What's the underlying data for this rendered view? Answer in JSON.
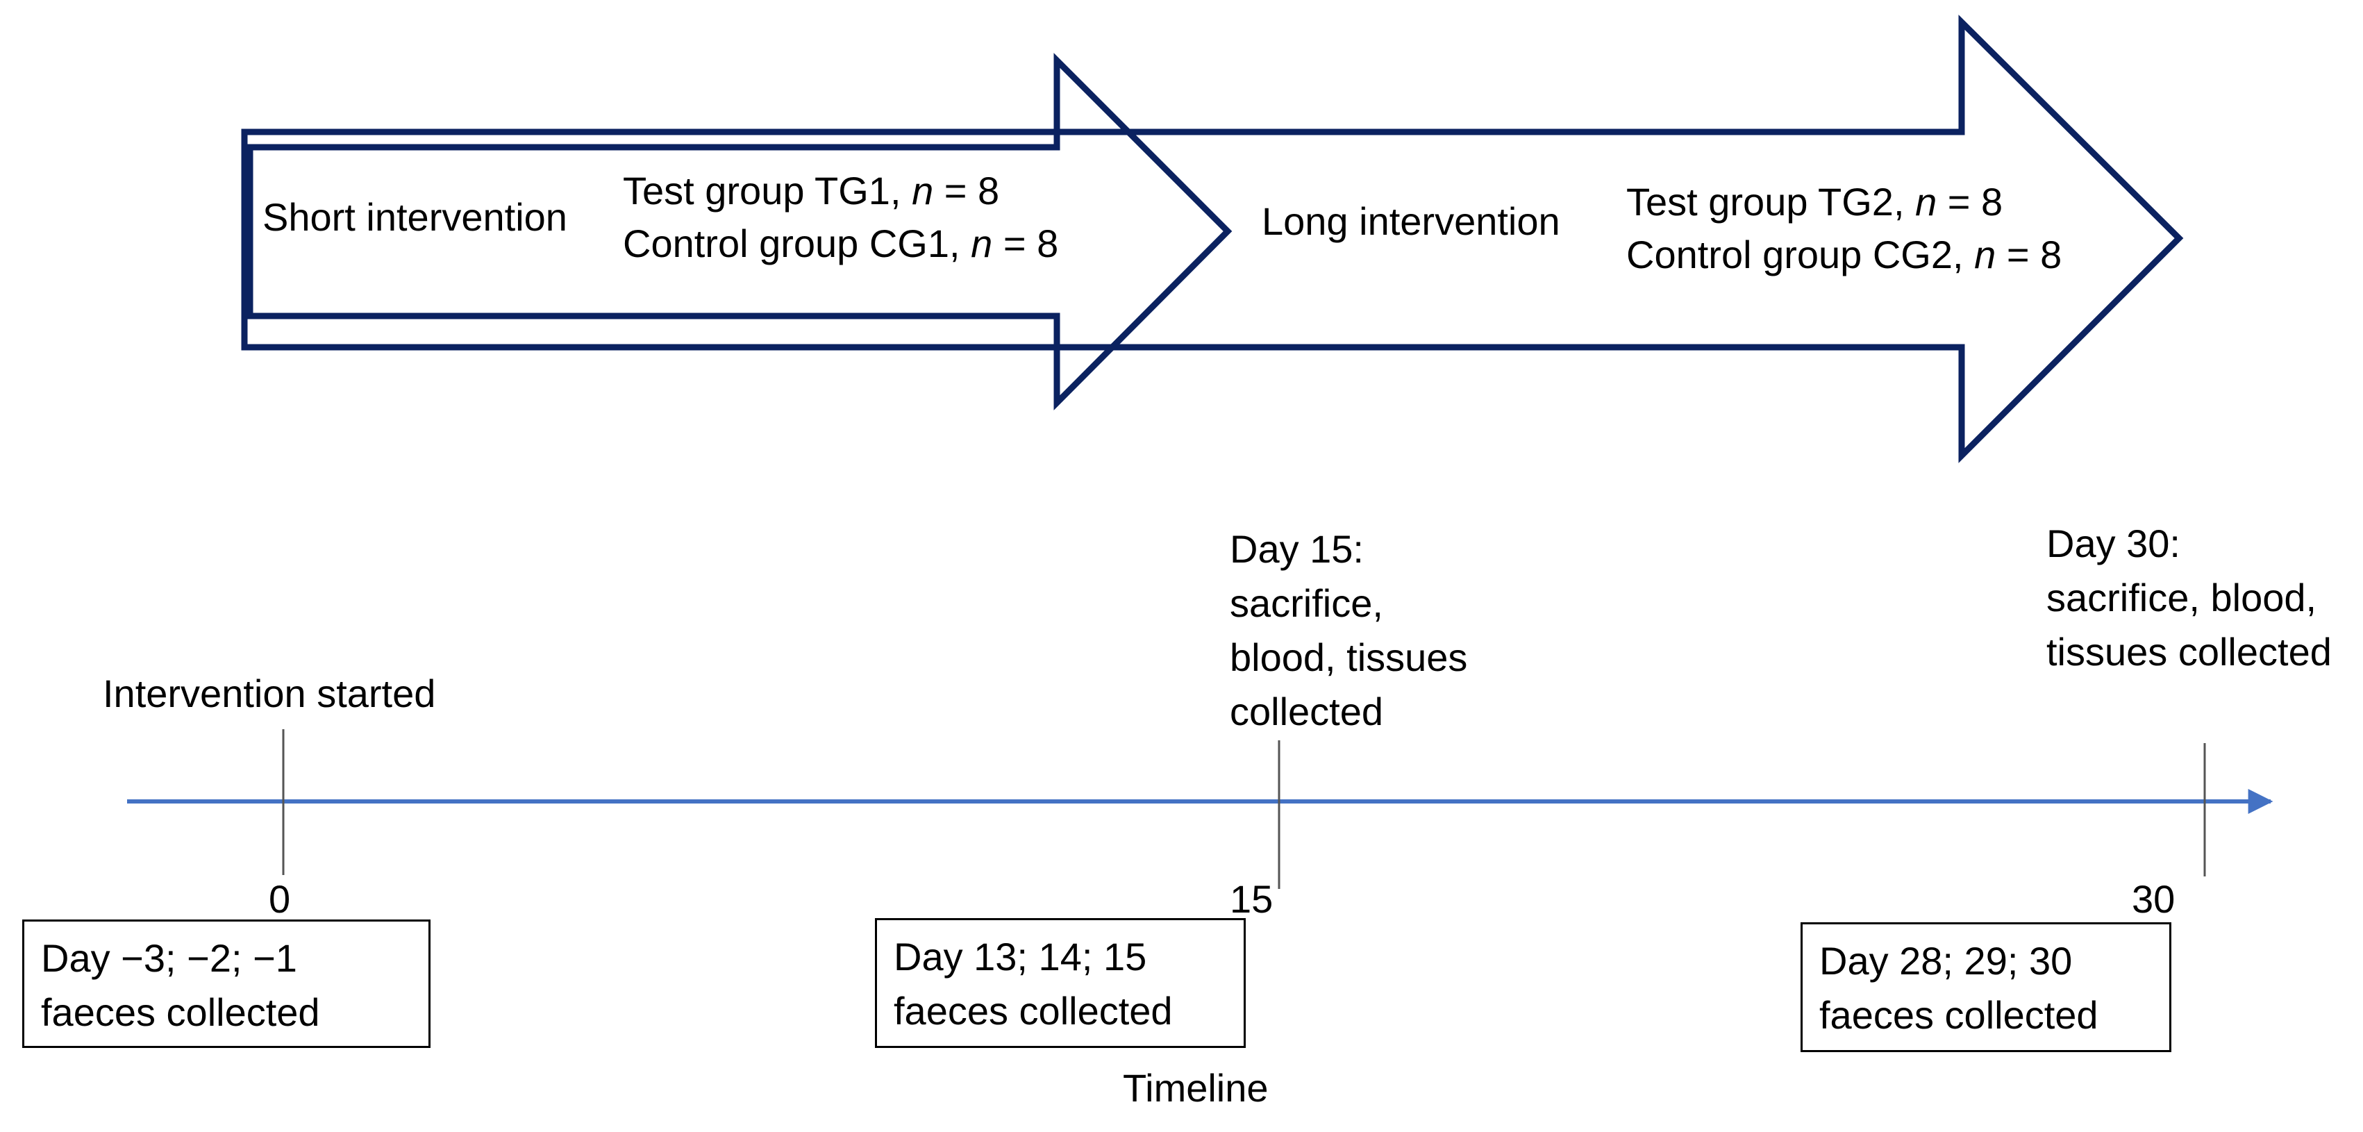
{
  "arrows": {
    "short": {
      "label": "Short intervention",
      "group_test": "Test group TG1, ",
      "group_control": "Control group CG1, ",
      "n_symbol": "n",
      "n_value": " = 8"
    },
    "long": {
      "label": "Long intervention",
      "group_test": "Test group TG2, ",
      "group_control": "Control group CG2, ",
      "n_symbol": "n",
      "n_value": " = 8"
    },
    "outline_color": "#0b2260"
  },
  "timeline": {
    "axis_label": "Timeline",
    "axis_color": "#4472c4",
    "ticks": [
      {
        "value": "0",
        "event": "Intervention started"
      },
      {
        "value": "15",
        "event_lines": [
          "Day 15:",
          "sacrifice,",
          "blood, tissues",
          "collected"
        ]
      },
      {
        "value": "30",
        "event_lines": [
          "Day 30:",
          "sacrifice,  blood,",
          "tissues collected"
        ]
      }
    ],
    "faeces_boxes": [
      {
        "line1": "Day −3; −2; −1",
        "line2": "faeces collected"
      },
      {
        "line1": "Day 13; 14; 15",
        "line2": "faeces collected"
      },
      {
        "line1": "Day 28; 29; 30",
        "line2": "faeces collected"
      }
    ]
  }
}
